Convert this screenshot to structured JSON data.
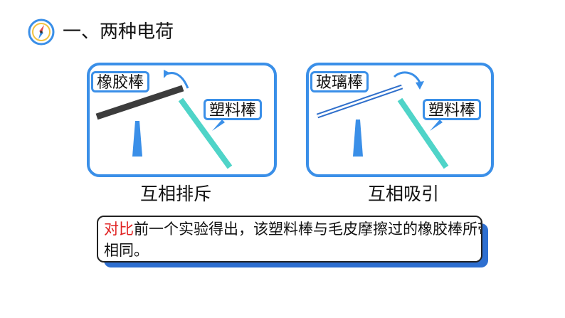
{
  "section": {
    "title": "一、两种电荷",
    "icon": "compass-icon"
  },
  "panels": [
    {
      "rod_label": "橡胶棒",
      "other_label": "塑料棒",
      "caption": "互相排斥"
    },
    {
      "rod_label": "玻璃棒",
      "other_label": "塑料棒",
      "caption": "互相吸引"
    }
  ],
  "note": {
    "highlight": "对比",
    "text": "前一个实验得出，该塑料棒与毛皮摩擦过的橡胶棒所带电荷种类",
    "line2": "相同。"
  },
  "colors": {
    "accent": "#3a8fe8",
    "rod_teal": "#4fd4c8",
    "rubber_rod": "#3c3c3c",
    "highlight": "#e02020",
    "shadow": "#2e6fd0"
  }
}
